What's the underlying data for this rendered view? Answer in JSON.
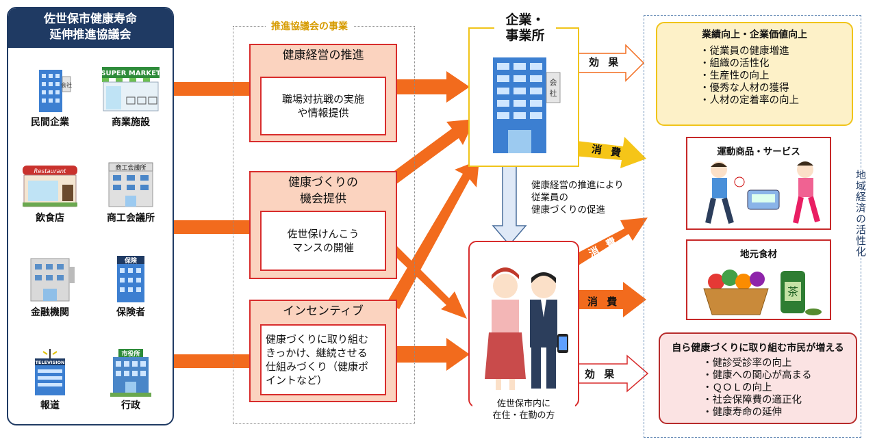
{
  "council": {
    "title_line1": "佐世保市健康寿命",
    "title_line2": "延伸推進協議会",
    "members": [
      {
        "label": "民間企業",
        "icon": "office-building-icon",
        "sign": "会社"
      },
      {
        "label": "商業施設",
        "icon": "supermarket-icon",
        "sign": "SUPER MARKET"
      },
      {
        "label": "飲食店",
        "icon": "restaurant-icon",
        "sign": "Restaurant"
      },
      {
        "label": "商工会議所",
        "icon": "chamber-of-commerce-icon",
        "sign": "商工会議所"
      },
      {
        "label": "金融機関",
        "icon": "bank-icon",
        "sign": ""
      },
      {
        "label": "保険者",
        "icon": "insurer-building-icon",
        "sign": "保険"
      },
      {
        "label": "報道",
        "icon": "tv-station-icon",
        "sign": "TELEVISION"
      },
      {
        "label": "行政",
        "icon": "city-hall-icon",
        "sign": "市役所"
      }
    ]
  },
  "programs": {
    "title": "推進協議会の事業",
    "items": [
      {
        "heading": "健康経営の推進",
        "detail_line1": "職場対抗戦の実施",
        "detail_line2": "や情報提供"
      },
      {
        "heading_line1": "健康づくりの",
        "heading_line2": "機会提供",
        "detail_line1": "佐世保けんこう",
        "detail_line2": "マンスの開催"
      },
      {
        "heading": "インセンティブ",
        "detail_line1": "健康づくりに取り組む",
        "detail_line2": "きっかけ、継続させる",
        "detail_line3": "仕組みづくり（健康ポ",
        "detail_line4": "イントなど）"
      }
    ]
  },
  "company": {
    "title_line1": "企業・",
    "title_line2": "事業所",
    "sign": "会社"
  },
  "promotion_note": {
    "line1": "健康経営の推進により",
    "line2": "従業員の",
    "line3": "健康づくりの促進"
  },
  "residents": {
    "label_line1": "佐世保市内に",
    "label_line2": "在住・在勤の方"
  },
  "arrow_labels": {
    "effect": "効 果",
    "consumption": "消 費"
  },
  "regional": {
    "label": "地域経済の活性化",
    "business_results": {
      "title": "業績向上・企業価値向上",
      "items": [
        "・従業員の健康増進",
        "・組織の活性化",
        "・生産性の向上",
        "・優秀な人材の獲得",
        "・人材の定着率の向上"
      ]
    },
    "sports": {
      "title": "運動商品・サービス"
    },
    "food": {
      "title": "地元食材",
      "tea_label": "茶"
    },
    "citizens": {
      "title": "自ら健康づくりに取り組む市民が増える",
      "items": [
        "・健診受診率の向上",
        "・健康への関心が高まる",
        "・ＱＯＬの向上",
        "・社会保障費の適正化",
        "・健康寿命の延伸"
      ]
    }
  },
  "colors": {
    "navy": "#1f3a63",
    "orange": "#f26b1d",
    "red": "#d82c2c",
    "yellow": "#f0c419",
    "salmon": "#fbd3bf"
  }
}
